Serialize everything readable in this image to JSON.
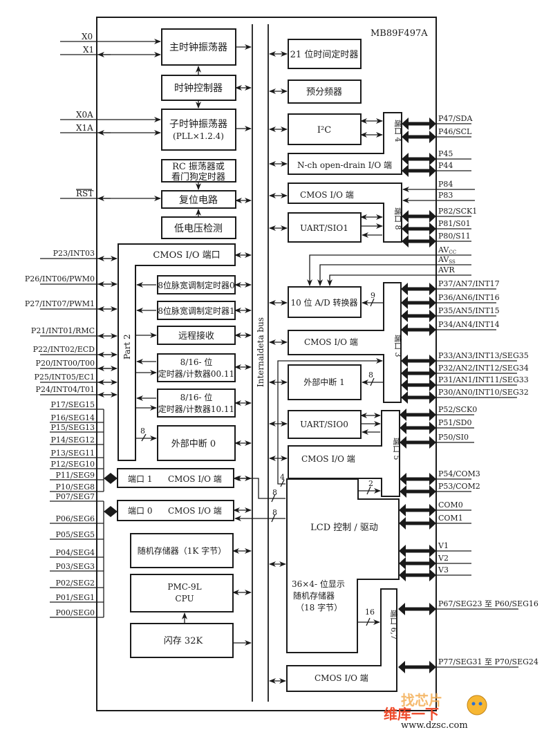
{
  "chip_name": "MB89F497A",
  "bus_label": "Internaldeta bus",
  "left_blocks": {
    "main_osc": "主时钟振荡器",
    "clock_ctrl": "时钟控制器",
    "sub_osc_line1": "子时钟振荡器",
    "sub_osc_line2": "(PLL×1.2.4)",
    "rc_osc_line1": "RC 振荡器或",
    "rc_osc_line2": "看门狗定时器",
    "reset": "复位电路",
    "lvd": "低电压检测",
    "port2_cmos": "CMOS I/O 端口",
    "pwm0": "8位脉宽调制定时器0",
    "pwm1": "8位脉宽调制定时器1",
    "remote": "远程接收",
    "timer0_line1": "8/16- 位",
    "timer0_line2": "定时器/计数器00.11",
    "timer1_line1": "8/16- 位",
    "timer1_line2": "定时器/计数器10.11",
    "extint0": "外部中断 0",
    "port2_label": "Part 2",
    "port1_name": "端口 1",
    "port1_cmos": "CMOS I/O 端",
    "port0_name": "端口 0",
    "port0_cmos": "CMOS I/O 端",
    "ram": "随机存储器（1K 字节）",
    "cpu_line1": "PMC-9L",
    "cpu_line2": "CPU",
    "flash": "闪存 32K"
  },
  "right_blocks": {
    "timebase": "21 位时间定时器",
    "prescaler": "预分频器",
    "i2c": "I²C",
    "nch": "N-ch open-drain I/O 端",
    "port4_label": "端口 4",
    "cmos8": "CMOS I/O 端",
    "uart1": "UART/SIO1",
    "port8_label": "端口 8",
    "adc": "10 位 A/D 转换器",
    "cmos3": "CMOS I/O 端",
    "extint1": "外部中断 1",
    "port3_label": "端口 3",
    "uart0": "UART/SIO0",
    "cmos5": "CMOS I/O 端",
    "port5_label": "端口 5",
    "lcd": "LCD 控制 / 驱动",
    "dispram_line1": "36×4- 位显示",
    "dispram_line2": "随机存储器",
    "dispram_line3": "（18 字节）",
    "port67_label": "端口 6,7",
    "cmos67": "CMOS I/O 端"
  },
  "bus_widths": {
    "adc": "9",
    "extint1": "8",
    "extint0": "8",
    "lcd_port5": "2",
    "lcd_bus4": "4",
    "port1_8": "8",
    "port0_8": "8",
    "lcd_port67": "16"
  },
  "left_pins": {
    "x0": "X0",
    "x1": "X1",
    "x0a": "X0A",
    "x1a": "X1A",
    "rst": "RST",
    "port2": [
      "P23/INT03",
      "P26/INT06/PWM0",
      "P27/INT07/PWM1",
      "P21/INT01/RMC",
      "P22/INT02/ECD",
      "P20/INT00/T00",
      "P25/INT05/EC1",
      "P24/INT04/T01"
    ],
    "port1": [
      "P17/SEG15",
      "P16/SEG14",
      "P15/SEG13",
      "P14/SEG12",
      "P13/SEG11",
      "P12/SEG10",
      "P11/SEG9",
      "P10/SEG8"
    ],
    "port0": [
      "P07/SEG7",
      "P06/SEG6",
      "P05/SEG5",
      "P04/SEG4",
      "P03/SEG3",
      "P02/SEG2",
      "P01/SEG1",
      "P00/SEG0"
    ]
  },
  "right_pins": {
    "port4": [
      "P47/SDA",
      "P46/SCL",
      "P45",
      "P44"
    ],
    "port8": [
      "P84",
      "P83",
      "P82/SCK1",
      "P81/S01",
      "P80/S11"
    ],
    "analog": [
      "AVCC",
      "AVSS",
      "AVR"
    ],
    "port3": [
      "P37/AN7/INT17",
      "P36/AN6/INT16",
      "P35/AN5/INT15",
      "P34/AN4/INT14",
      "P33/AN3/INT13/SEG35",
      "P32/AN2/INT12/SEG34",
      "P31/AN1/INT11/SEG33",
      "P30/AN0/INT10/SEG32"
    ],
    "port5": [
      "P52/SCK0",
      "P51/SD0",
      "P50/SI0",
      "P54/COM3",
      "P53/COM2"
    ],
    "com": [
      "COM0",
      "COM1"
    ],
    "v": [
      "V1",
      "V2",
      "V3"
    ],
    "port6": "P67/SEG23 至 P60/SEG16",
    "port7": "P77/SEG31 至 P70/SEG24"
  },
  "watermark": {
    "line1": "找芯片",
    "line2": "维库一下",
    "url": "www.dzsc.com"
  }
}
